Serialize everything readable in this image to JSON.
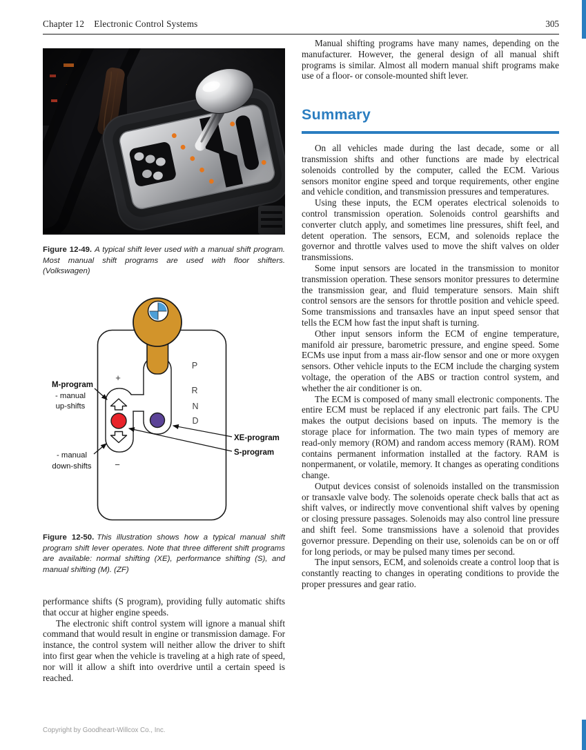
{
  "header": {
    "chapter": "Chapter 12",
    "title": "Electronic Control Systems",
    "page_number": "305"
  },
  "figure49": {
    "caption_label": "Figure 12-49.",
    "caption_text": "A typical shift lever used with a manual shift program. Most manual shift programs are used with floor shifters. (Volkswagen)"
  },
  "figure50": {
    "caption_label": "Figure 12-50.",
    "caption_text": "This illustration shows how a typical manual shift program shift lever operates. Note that three different shift programs are available: normal shifting (XE), performance shifting (S), and manual shifting (M). (ZF)",
    "labels": {
      "m_program": "M-program",
      "m_sub1": "- manual",
      "m_sub2": "up-shifts",
      "down_sub1": "- manual",
      "down_sub2": "down-shifts",
      "xe_program": "XE-program",
      "s_program": "S-program",
      "plus": "+",
      "minus": "−"
    },
    "positions": [
      "P",
      "R",
      "N",
      "D"
    ],
    "colors": {
      "knob": "#D2942B",
      "roundel_blue": "#4D9FD7",
      "red_button": "#E8232A",
      "purple_button": "#5B4397"
    }
  },
  "left_column": {
    "paragraphs": [
      "performance shifts (S program), providing fully automatic shifts that occur at higher engine speeds.",
      "The electronic shift control system will ignore a manual shift command that would result in engine or transmission damage. For instance, the control system will neither allow the driver to shift into first gear when the vehicle is traveling at a high rate of speed, nor will it allow a shift into overdrive until a certain speed is reached."
    ]
  },
  "right_column": {
    "intro_paragraph": "Manual shifting programs have many names, depending on the manufacturer. However, the general design of all manual shift programs is similar. Almost all modern manual shift programs make use of a floor- or console-mounted shift lever.",
    "summary_heading": "Summary",
    "paragraphs": [
      "On all vehicles made during the last decade, some or all transmission shifts and other functions are made by electrical solenoids controlled by the computer, called the ECM. Various sensors monitor engine speed and torque requirements, other engine and vehicle condition, and transmission pressures and temperatures.",
      "Using these inputs, the ECM operates electrical solenoids to control transmission operation. Solenoids control gearshifts and converter clutch apply, and sometimes line pressures, shift feel, and detent operation. The sensors, ECM, and solenoids replace the governor and throttle valves used to move the shift valves on older transmissions.",
      "Some input sensors are located in the transmission to monitor transmission operation. These sensors monitor pressures to determine the transmission gear, and fluid temperature sensors. Main shift control sensors are the sensors for throttle position and vehicle speed. Some transmissions and transaxles have an input speed sensor that tells the ECM how fast the input shaft is turning.",
      "Other input sensors inform the ECM of engine temperature, manifold air pressure, barometric pressure, and engine speed. Some ECMs use input from a mass air-flow sensor and one or more oxygen sensors. Other vehicle inputs to the ECM include the charging system voltage, the operation of the ABS or traction control system, and whether the air conditioner is on.",
      "The ECM is composed of many small electronic components. The entire ECM must be replaced if any electronic part fails. The CPU makes the output decisions based on inputs. The memory is the storage place for information. The two main types of memory are read-only memory (ROM) and random access memory (RAM). ROM contains permanent information installed at the factory. RAM is nonpermanent, or volatile, memory. It changes as operating conditions change.",
      "Output devices consist of solenoids installed on the transmission or transaxle valve body. The solenoids operate check balls that act as shift valves, or indirectly move conventional shift valves by opening or closing pressure passages. Solenoids may also control line pressure and shift feel. Some transmissions have a solenoid that provides governor pressure. Depending on their use, solenoids can be on or off for long periods, or may be pulsed many times per second.",
      "The input sensors, ECM, and solenoids create a control loop that is constantly reacting to changes in operating conditions to provide the proper pressures and gear ratio."
    ]
  },
  "footer": {
    "copyright": "Copyright by Goodheart-Willcox Co., Inc."
  },
  "accent_blue": "#2A7DC0"
}
